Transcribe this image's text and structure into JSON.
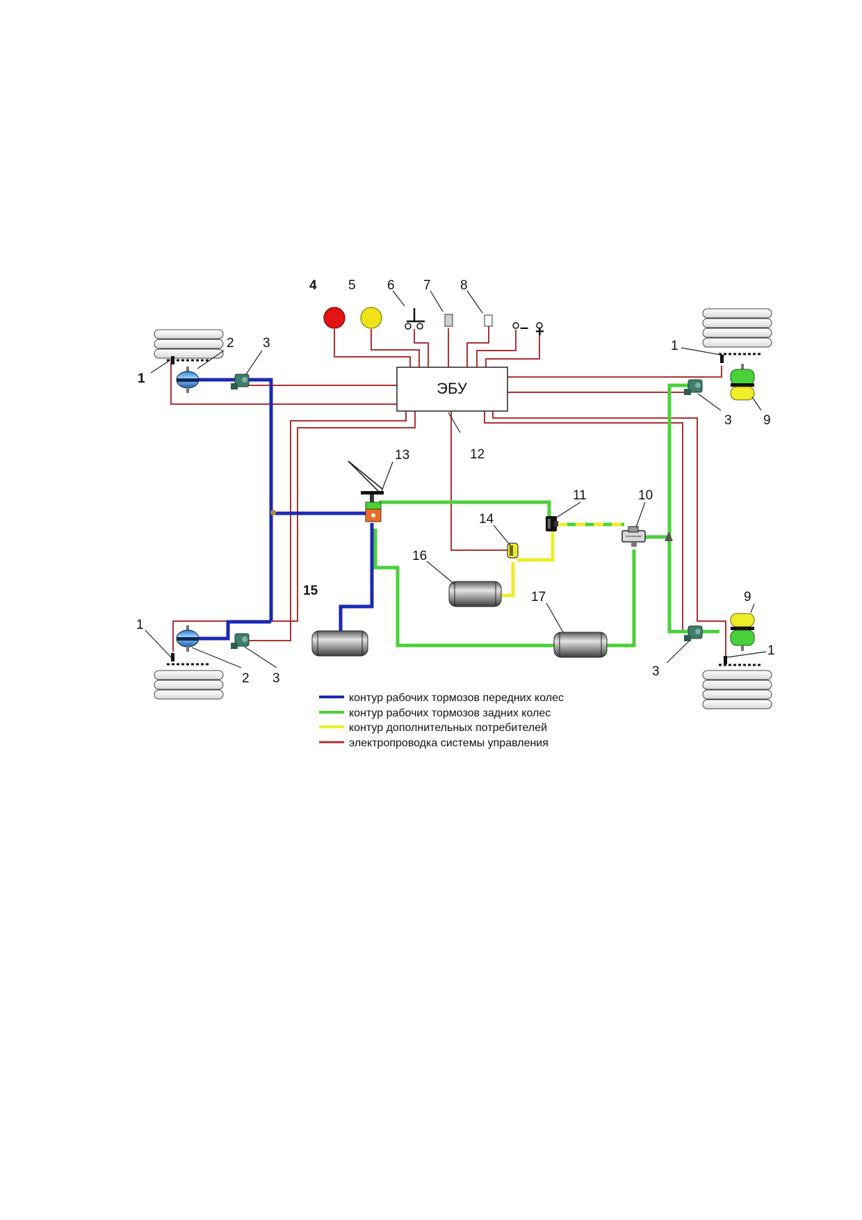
{
  "ecu": {
    "label": "ЭБУ"
  },
  "callouts": {
    "n1": "1",
    "n2": "2",
    "n3": "3",
    "n4": "4",
    "n5": "5",
    "n6": "6",
    "n7": "7",
    "n8": "8",
    "n9": "9",
    "n10": "10",
    "n11": "11",
    "n12": "12",
    "n13": "13",
    "n14": "14",
    "n15": "15",
    "n16": "16",
    "n17": "17"
  },
  "power": {
    "minus": "–",
    "plus": "+"
  },
  "legend": {
    "items": [
      {
        "text": "контур рабочих тормозов передних колес",
        "color": "#1c28b4"
      },
      {
        "text": "контур рабочих тормозов задних колес",
        "color": "#49d13a"
      },
      {
        "text": "контур дополнительных потребителей",
        "color": "#eded2a"
      },
      {
        "text": "электропроводка системы управления",
        "color": "#b03030"
      }
    ]
  },
  "colors": {
    "front_circuit": "#1c28b4",
    "rear_circuit": "#49d13a",
    "aux_circuit": "#eded2a",
    "wiring": "#b03030",
    "warning_lamp_red": "#e31414",
    "warning_lamp_yellow": "#f0e418"
  }
}
